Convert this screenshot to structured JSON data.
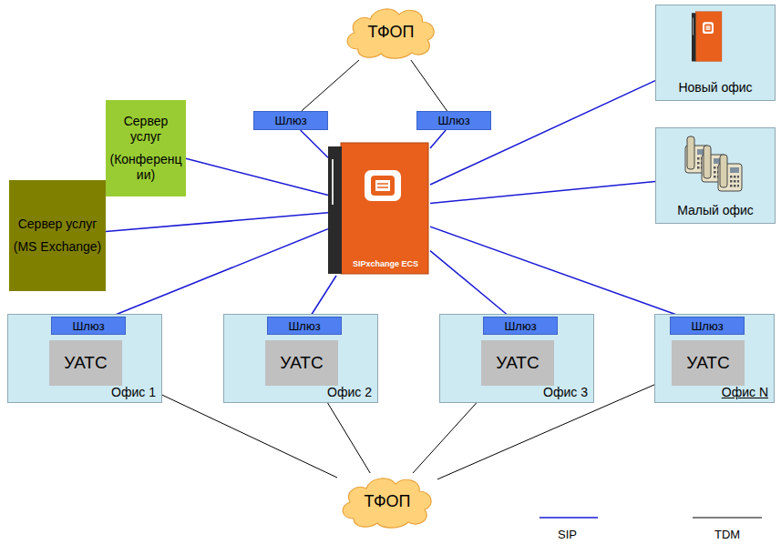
{
  "diagram": {
    "nodes": [
      {
        "text": [
          "ТФОП"
        ]
      },
      {
        "text": [
          "Шлюз"
        ]
      },
      {
        "text": [
          "Шлюз"
        ]
      },
      {
        "text": [
          "Сервер услуг",
          "(Конференции)"
        ]
      },
      {
        "text": [
          "Сервер услуг",
          "(MS Exchange)"
        ]
      },
      {
        "text": [
          "SIPxchange ECS"
        ]
      },
      {
        "text": [
          "Новый офис"
        ]
      },
      {
        "text": [
          "Малый офис"
        ]
      },
      {
        "text": [
          "Офис 1"
        ]
      },
      {
        "text": [
          "Шлюз"
        ],
        "in": 8
      },
      {
        "text": [
          "УАТС"
        ],
        "in": 8
      },
      {
        "text": [
          "Офис 2"
        ]
      },
      {
        "text": [
          "Шлюз"
        ],
        "in": 11
      },
      {
        "text": [
          "УАТС"
        ],
        "in": 11
      },
      {
        "text": [
          "Офис 3"
        ]
      },
      {
        "text": [
          "Шлюз"
        ],
        "in": 14
      },
      {
        "text": [
          "УАТС"
        ],
        "in": 14
      },
      {
        "text": [
          "Офис N"
        ]
      },
      {
        "text": [
          "Шлюз"
        ],
        "in": 17
      },
      {
        "text": [
          "УАТС"
        ],
        "in": 17
      },
      {
        "text": [
          "ТФОП"
        ]
      }
    ],
    "edges": [
      {
        "from": 0,
        "to": 1,
        "arrow": "none"
      },
      {
        "from": 0,
        "to": 2,
        "arrow": "none"
      },
      {
        "from": 1,
        "to": 5,
        "arrow": "none"
      },
      {
        "from": 2,
        "to": 5,
        "arrow": "none"
      },
      {
        "from": 3,
        "to": 5,
        "arrow": "none"
      },
      {
        "from": 4,
        "to": 5,
        "arrow": "none"
      },
      {
        "from": 6,
        "to": 5,
        "arrow": "none"
      },
      {
        "from": 7,
        "to": 5,
        "arrow": "none"
      },
      {
        "from": 9,
        "to": 5,
        "arrow": "none"
      },
      {
        "from": 12,
        "to": 5,
        "arrow": "none"
      },
      {
        "from": 15,
        "to": 5,
        "arrow": "none"
      },
      {
        "from": 18,
        "to": 5,
        "arrow": "none"
      },
      {
        "from": 8,
        "to": 20,
        "arrow": "none"
      },
      {
        "from": 11,
        "to": 20,
        "arrow": "none"
      },
      {
        "from": 14,
        "to": 20,
        "arrow": "none"
      },
      {
        "from": 17,
        "to": 20,
        "arrow": "none"
      }
    ],
    "legend": [
      {
        "text": "SIP"
      },
      {
        "text": "TDM"
      }
    ]
  }
}
